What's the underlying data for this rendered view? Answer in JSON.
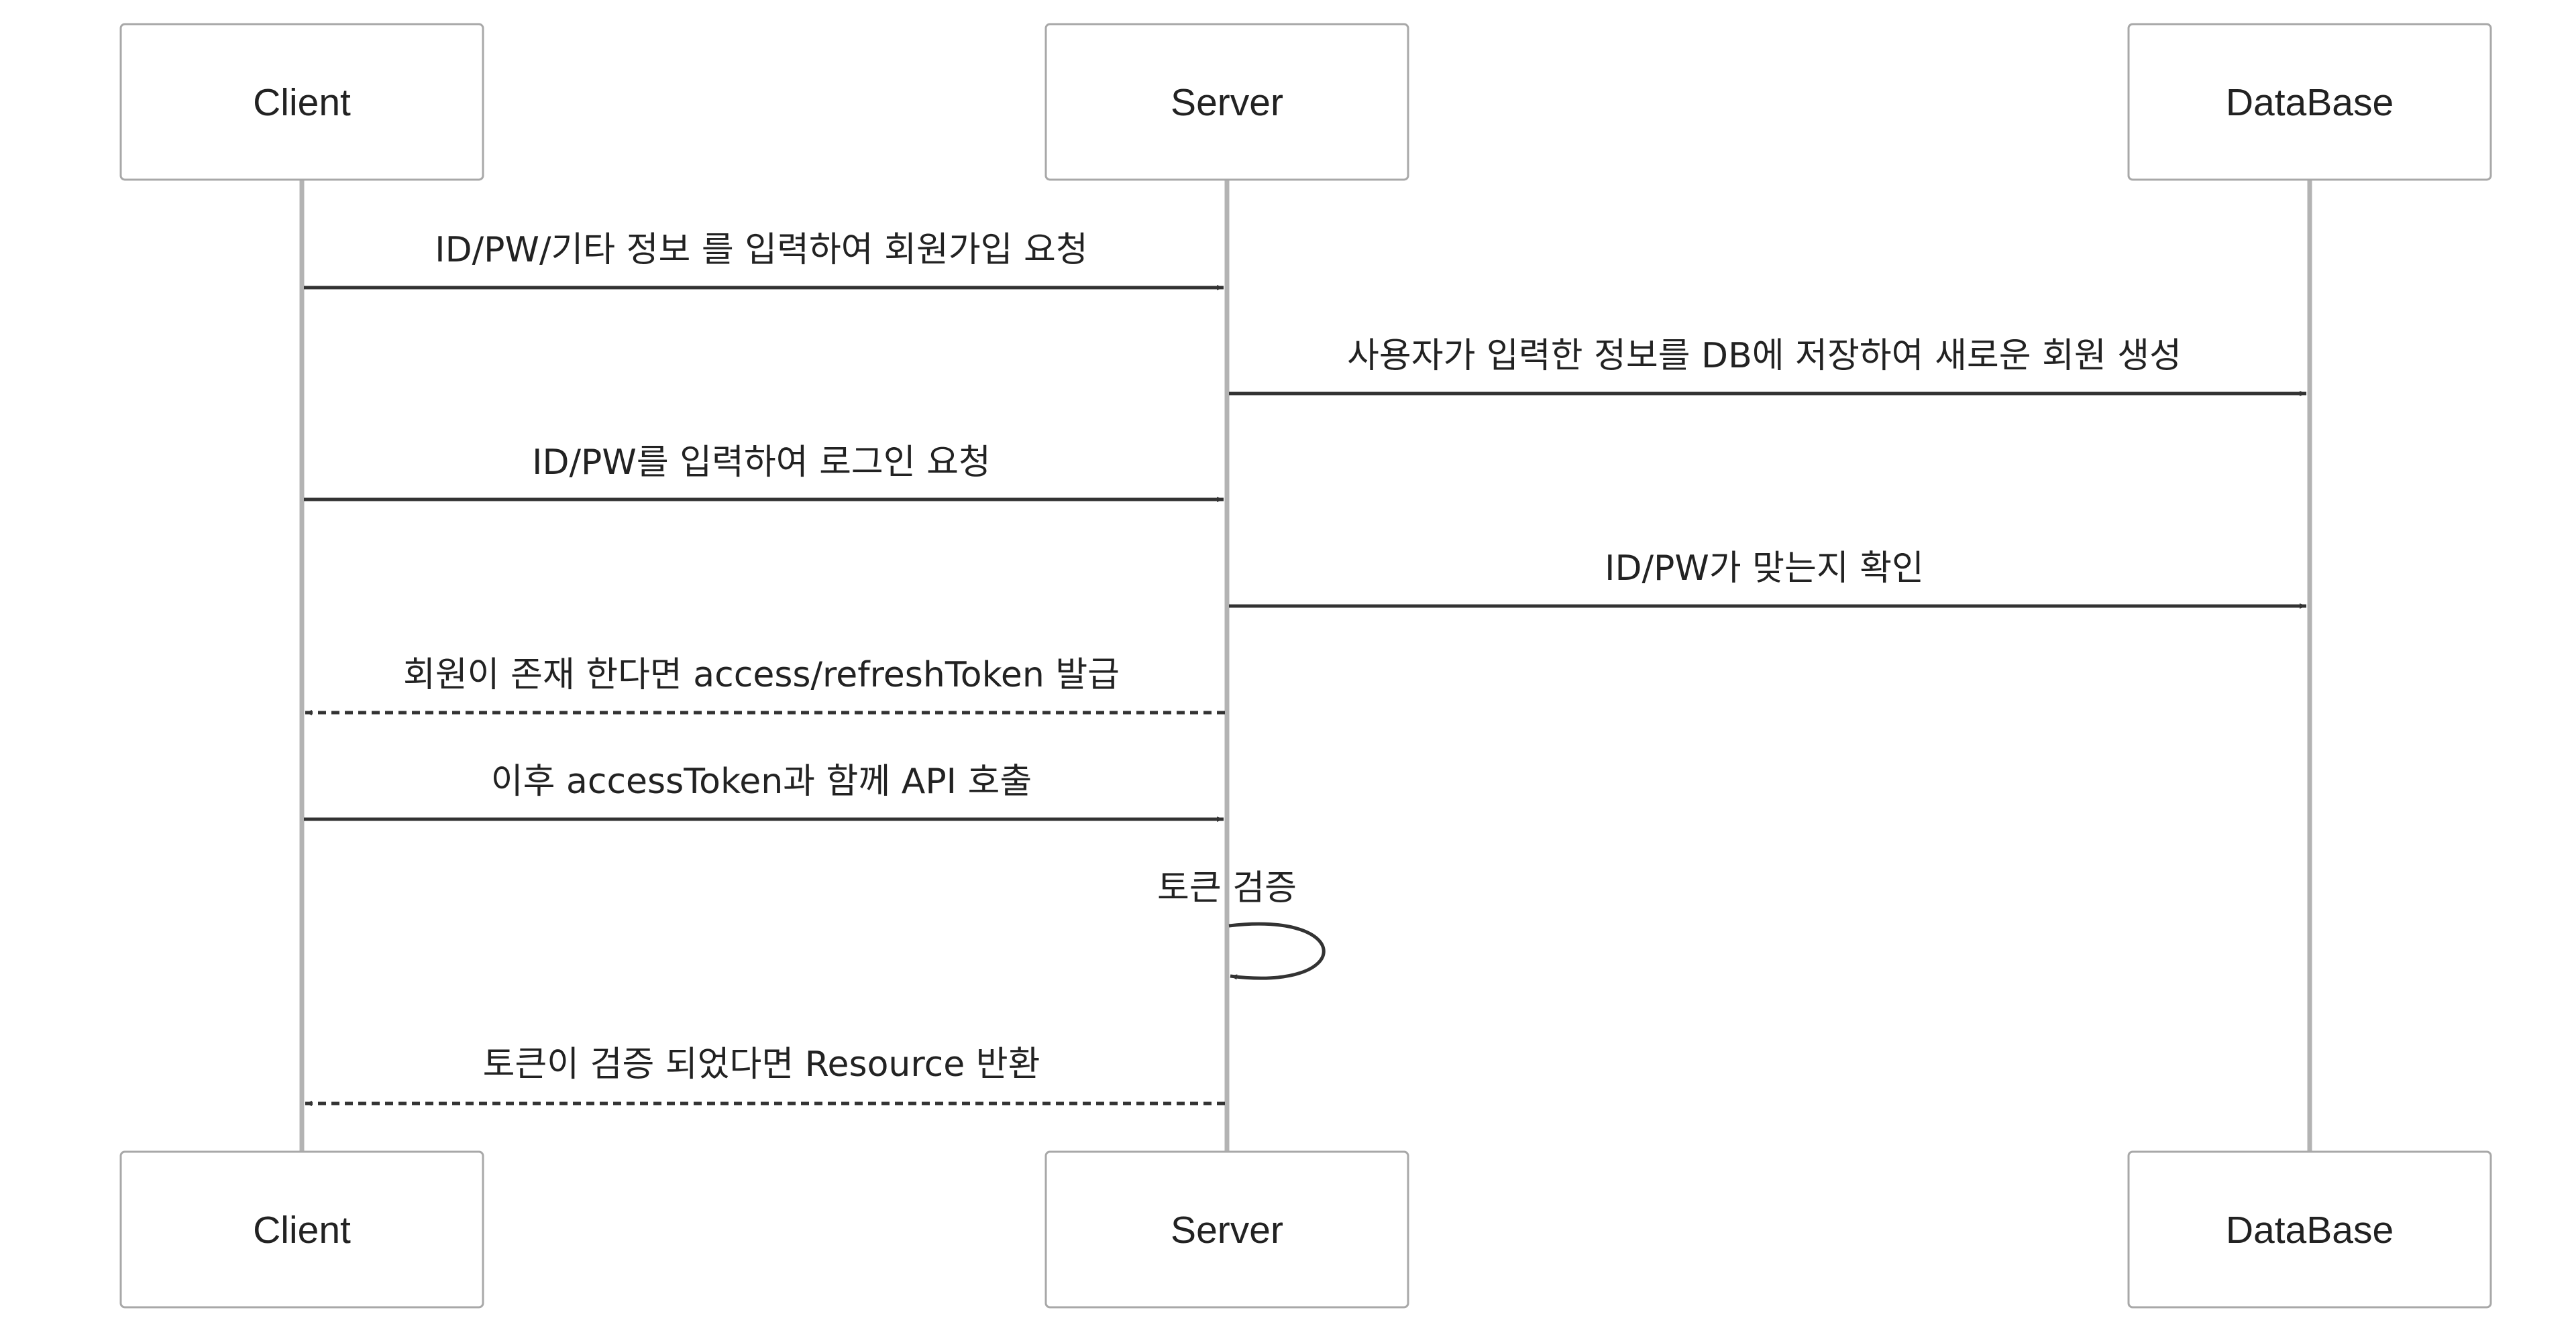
{
  "participants": [
    {
      "id": "client",
      "label": "Client"
    },
    {
      "id": "server",
      "label": "Server"
    },
    {
      "id": "database",
      "label": "DataBase"
    }
  ],
  "messages": [
    {
      "from": "client",
      "to": "server",
      "text": "ID/PW/기타 정보 를 입력하여 회원가입 요청",
      "style": "solid"
    },
    {
      "from": "server",
      "to": "database",
      "text": "사용자가 입력한 정보를 DB에 저장하여 새로운 회원 생성",
      "style": "solid"
    },
    {
      "from": "client",
      "to": "server",
      "text": "ID/PW를 입력하여 로그인 요청",
      "style": "solid"
    },
    {
      "from": "server",
      "to": "database",
      "text": "ID/PW가 맞는지 확인",
      "style": "solid"
    },
    {
      "from": "server",
      "to": "client",
      "text": "회원이 존재 한다면 access/refreshToken 발급",
      "style": "dashed"
    },
    {
      "from": "client",
      "to": "server",
      "text": "이후 accessToken과 함께 API 호출",
      "style": "solid"
    },
    {
      "from": "server",
      "to": "server",
      "text": "토큰 검증",
      "style": "solid"
    },
    {
      "from": "server",
      "to": "client",
      "text": "토큰이 검증 되었다면 Resource 반환",
      "style": "dashed"
    }
  ]
}
